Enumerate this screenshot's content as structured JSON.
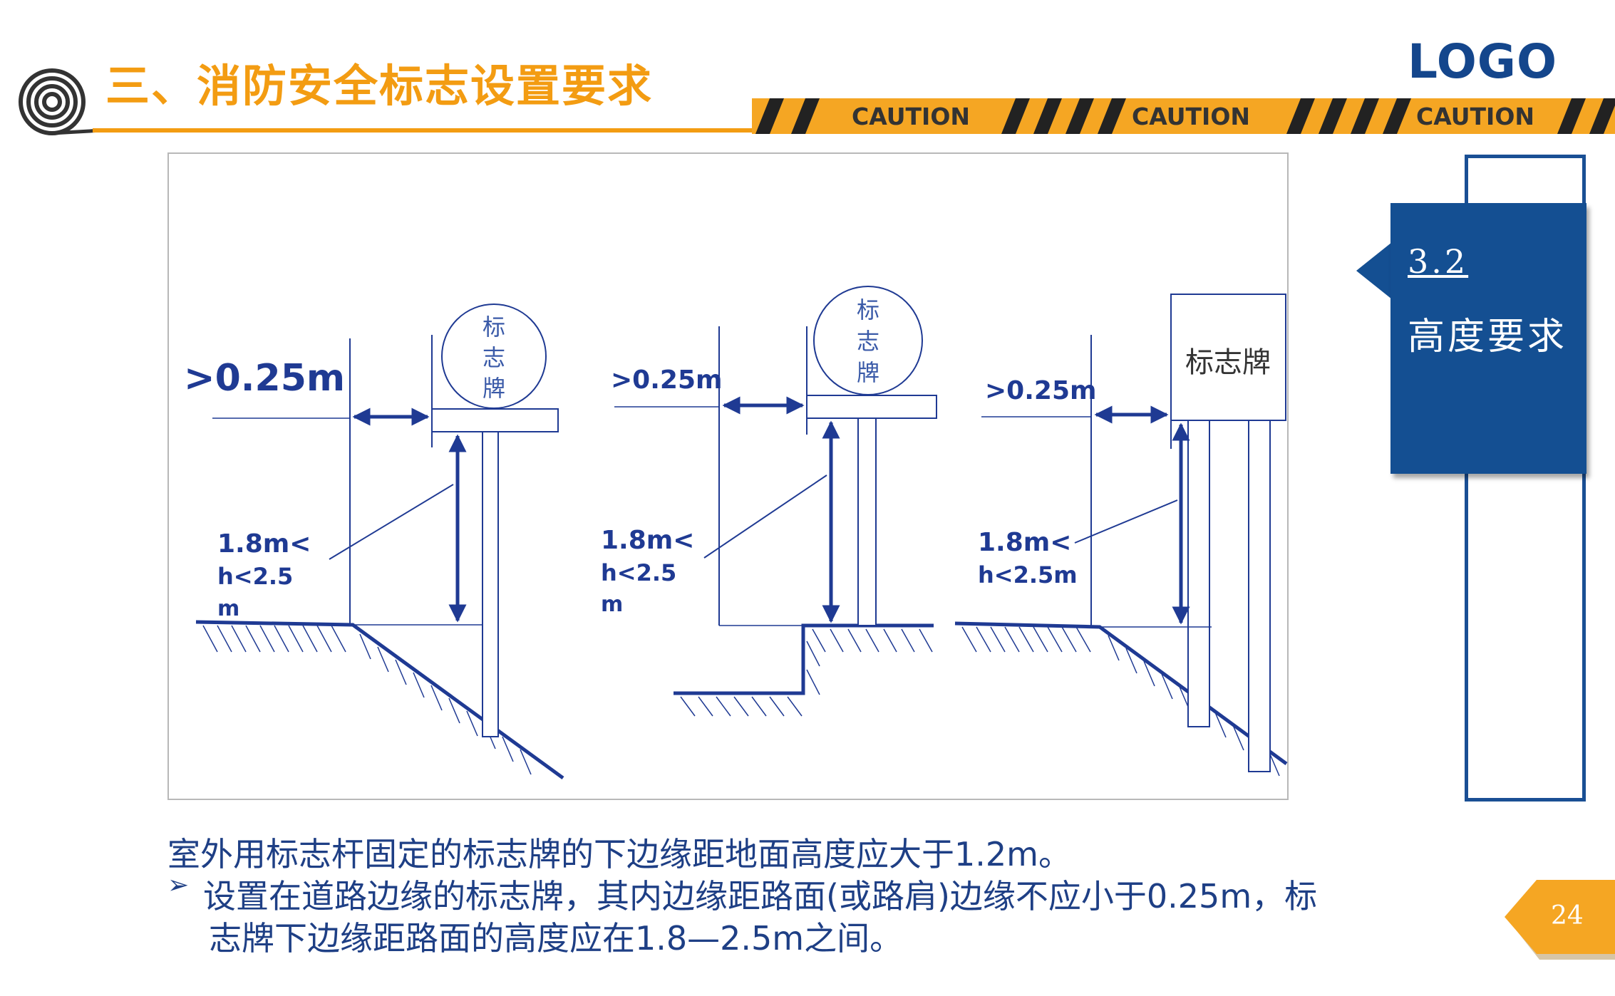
{
  "header": {
    "title": "三、消防安全标志设置要求",
    "logo": "LOGO",
    "caution_labels": [
      "CAUTION",
      "CAUTION",
      "CAUTION"
    ],
    "accent_color": "#f39c12",
    "brand_color": "#14468c"
  },
  "diagram": {
    "left": {
      "clearance": ">0.25m",
      "height_line1": "1.8m<",
      "height_line2": "h<2.5",
      "height_line3": "m",
      "sign_chars": [
        "标",
        "志",
        "牌"
      ]
    },
    "middle": {
      "clearance": ">0.25m",
      "height_line1": "1.8m<",
      "height_line2": "h<2.5",
      "height_line3": "m",
      "sign_chars": [
        "标",
        "志",
        "牌"
      ]
    },
    "right": {
      "clearance": ">0.25m",
      "height_line1": "1.8m<",
      "height_line2": "h<2.5m",
      "sign_label": "标志牌"
    }
  },
  "sidebar": {
    "section_number": "3.2",
    "section_title": "高度要求"
  },
  "body": {
    "line1": "室外用标志杆固定的标志牌的下边缘距地面高度应大于1.2m。",
    "bullet": "➢",
    "line2": "设置在道路边缘的标志牌，其内边缘距路面(或路肩)边缘不应小于0.25m，标",
    "line3": "志牌下边缘距路面的高度应在1.8—2.5m之间。"
  },
  "page_number": "24"
}
